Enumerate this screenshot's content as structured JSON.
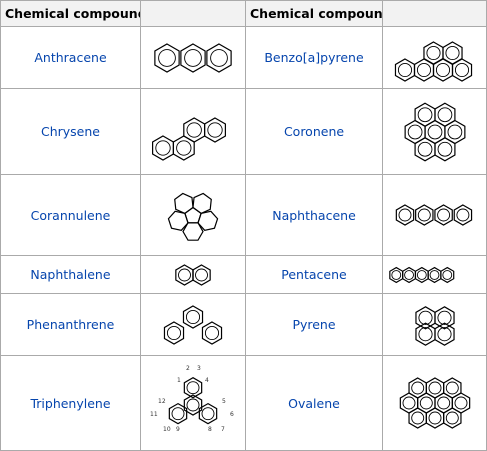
{
  "table": {
    "header_left": "Chemical compound",
    "header_right": "Chemical compound",
    "rows": [
      {
        "left": "Anthracene",
        "right": "Benzo[a]pyrene"
      },
      {
        "left": "Chrysene",
        "right": "Coronene"
      },
      {
        "left": "Corannulene",
        "right": "Naphthacene"
      },
      {
        "left": "Naphthalene",
        "right": "Pentacene"
      },
      {
        "left": "Phenanthrene",
        "right": "Pyrene"
      },
      {
        "left": "Triphenylene",
        "right": "Ovalene"
      }
    ],
    "triphenylene_numbering": [
      "1",
      "2",
      "3",
      "4",
      "5",
      "6",
      "7",
      "8",
      "9",
      "10",
      "11",
      "12"
    ]
  }
}
